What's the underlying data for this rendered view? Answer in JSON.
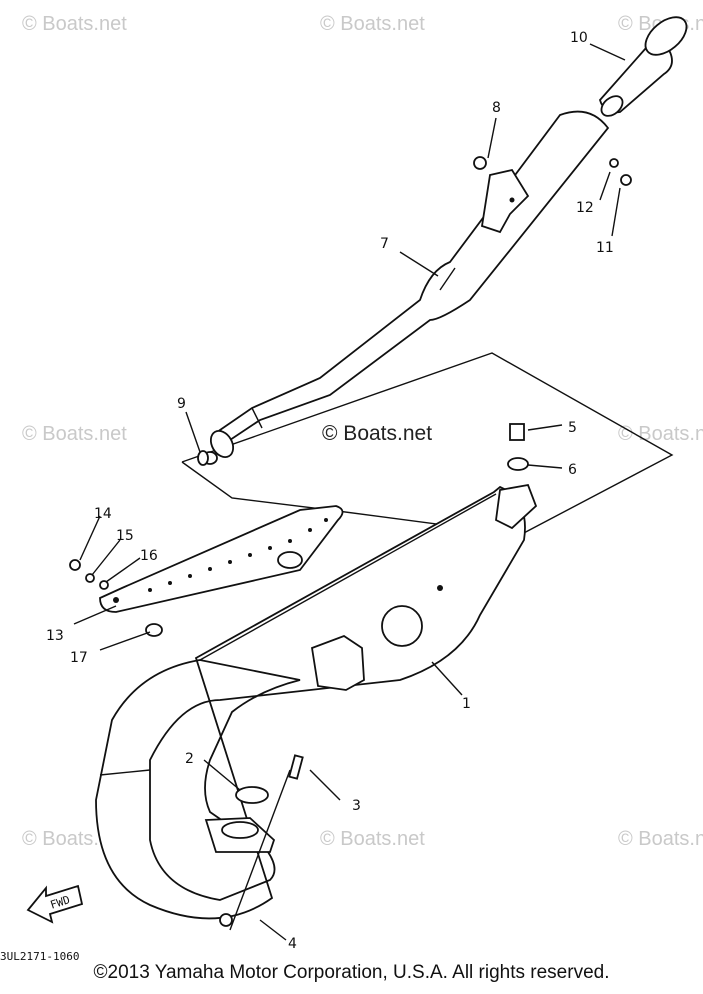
{
  "watermark": "© Boats.net",
  "center_watermark": "© Boats.net",
  "callouts": [
    "1",
    "2",
    "3",
    "4",
    "5",
    "6",
    "7",
    "8",
    "9",
    "10",
    "11",
    "12",
    "13",
    "14",
    "15",
    "16",
    "17"
  ],
  "fwd_label": "FWD",
  "diagram_code": "3UL2171-1060",
  "copyright": "©2013 Yamaha Motor Corporation, U.S.A. All rights reserved."
}
